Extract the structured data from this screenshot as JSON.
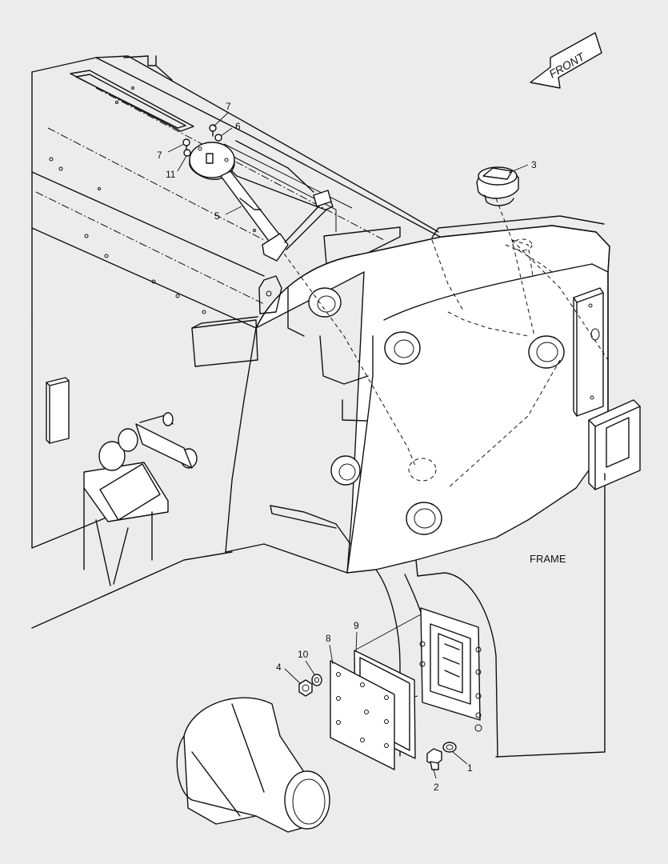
{
  "diagram": {
    "frame_label": "FRAME",
    "front_label": "FRONT",
    "callouts": {
      "c1": "1",
      "c2": "2",
      "c3": "3",
      "c4": "4",
      "c5": "5",
      "c6": "6",
      "c7a": "7",
      "c7b": "7",
      "c8": "8",
      "c9": "9",
      "c10": "10",
      "c11": "11"
    }
  }
}
